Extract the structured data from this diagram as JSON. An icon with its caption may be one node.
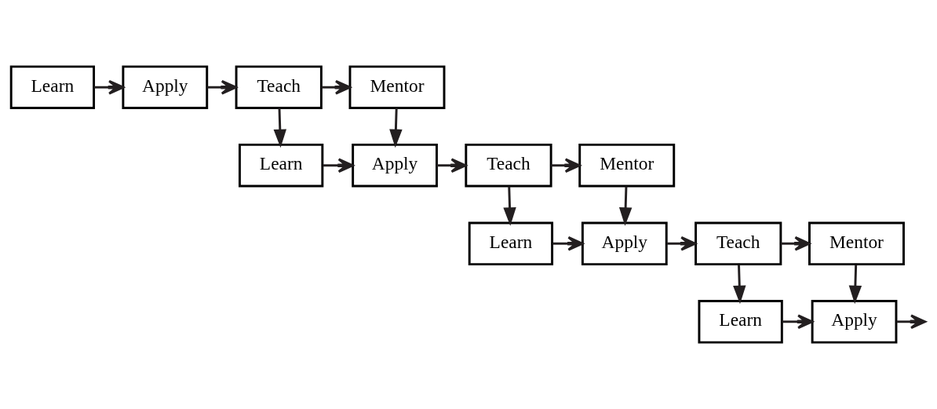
{
  "diagram": {
    "nodes": [
      {
        "text": [
          "Learn"
        ]
      },
      {
        "text": [
          "Apply"
        ]
      },
      {
        "text": [
          "Teach"
        ]
      },
      {
        "text": [
          "Mentor"
        ]
      },
      {
        "text": [
          "Learn"
        ]
      },
      {
        "text": [
          "Apply"
        ]
      },
      {
        "text": [
          "Teach"
        ]
      },
      {
        "text": [
          "Mentor"
        ]
      },
      {
        "text": [
          "Learn"
        ]
      },
      {
        "text": [
          "Apply"
        ]
      },
      {
        "text": [
          "Teach"
        ]
      },
      {
        "text": [
          "Mentor"
        ]
      },
      {
        "text": [
          "Learn"
        ]
      },
      {
        "text": [
          "Apply"
        ]
      }
    ],
    "edges": [
      {
        "from": 0,
        "to": 1,
        "arrow": "to"
      },
      {
        "from": 1,
        "to": 2,
        "arrow": "to"
      },
      {
        "from": 2,
        "to": 3,
        "arrow": "to"
      },
      {
        "from": 2,
        "to": 4,
        "arrow": "to"
      },
      {
        "from": 3,
        "to": 5,
        "arrow": "to"
      },
      {
        "from": 4,
        "to": 5,
        "arrow": "to"
      },
      {
        "from": 5,
        "to": 6,
        "arrow": "to"
      },
      {
        "from": 6,
        "to": 7,
        "arrow": "to"
      },
      {
        "from": 6,
        "to": 8,
        "arrow": "to"
      },
      {
        "from": 7,
        "to": 9,
        "arrow": "to"
      },
      {
        "from": 8,
        "to": 9,
        "arrow": "to"
      },
      {
        "from": 9,
        "to": 10,
        "arrow": "to"
      },
      {
        "from": 10,
        "to": 11,
        "arrow": "to"
      },
      {
        "from": 10,
        "to": 12,
        "arrow": "to"
      },
      {
        "from": 11,
        "to": 13,
        "arrow": "to"
      },
      {
        "from": 12,
        "to": 13,
        "arrow": "to"
      },
      {
        "from": 13,
        "to": null,
        "arrow": "to"
      }
    ]
  }
}
